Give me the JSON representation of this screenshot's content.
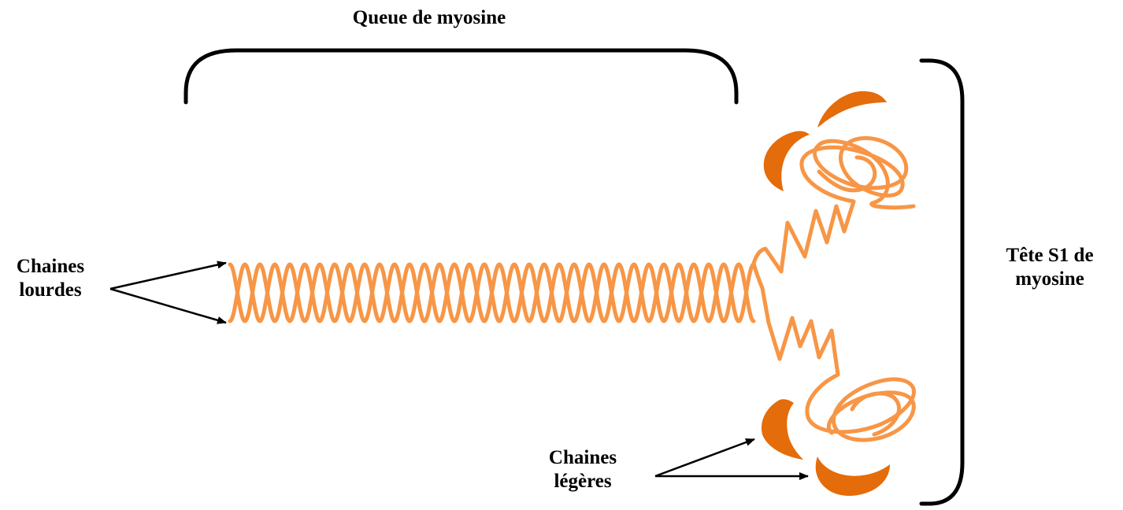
{
  "labels": {
    "tail": "Queue de myosine",
    "heavy_chains": [
      "Chaines",
      "lourdes"
    ],
    "light_chains": [
      "Chaines",
      "légères"
    ],
    "head": [
      "Tête S1 de",
      "myosine"
    ]
  },
  "colors": {
    "chain": "#f79646",
    "light_chain": "#e46c0a",
    "ink": "#000000",
    "background": "#ffffff"
  }
}
